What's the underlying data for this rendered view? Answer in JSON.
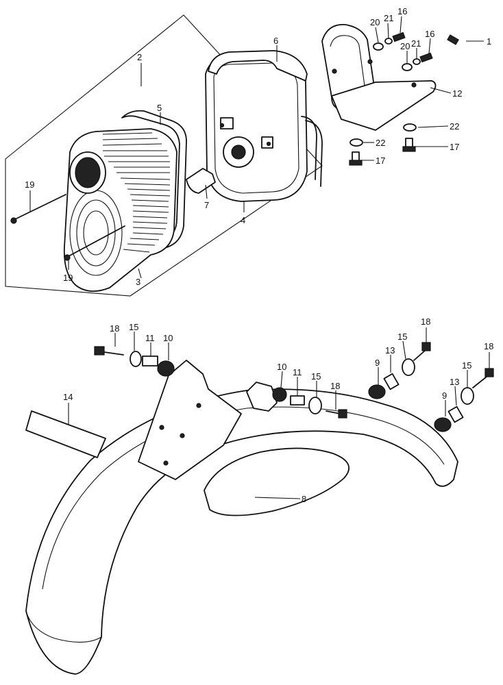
{
  "diagram": {
    "callouts": [
      {
        "id": "c1",
        "text": "1"
      },
      {
        "id": "c2",
        "text": "2"
      },
      {
        "id": "c3",
        "text": "3"
      },
      {
        "id": "c4",
        "text": "4"
      },
      {
        "id": "c5",
        "text": "5"
      },
      {
        "id": "c6",
        "text": "6"
      },
      {
        "id": "c7",
        "text": "7"
      },
      {
        "id": "c8",
        "text": "8"
      },
      {
        "id": "c9a",
        "text": "9"
      },
      {
        "id": "c9b",
        "text": "9"
      },
      {
        "id": "c10a",
        "text": "10"
      },
      {
        "id": "c10b",
        "text": "10"
      },
      {
        "id": "c11a",
        "text": "11"
      },
      {
        "id": "c11b",
        "text": "11"
      },
      {
        "id": "c12",
        "text": "12"
      },
      {
        "id": "c13a",
        "text": "13"
      },
      {
        "id": "c13b",
        "text": "13"
      },
      {
        "id": "c14",
        "text": "14"
      },
      {
        "id": "c15a",
        "text": "15"
      },
      {
        "id": "c15b",
        "text": "15"
      },
      {
        "id": "c15c",
        "text": "15"
      },
      {
        "id": "c15d",
        "text": "15"
      },
      {
        "id": "c16a",
        "text": "16"
      },
      {
        "id": "c16b",
        "text": "16"
      },
      {
        "id": "c17a",
        "text": "17"
      },
      {
        "id": "c17b",
        "text": "17"
      },
      {
        "id": "c18a",
        "text": "18"
      },
      {
        "id": "c18b",
        "text": "18"
      },
      {
        "id": "c18c",
        "text": "18"
      },
      {
        "id": "c18d",
        "text": "18"
      },
      {
        "id": "c19a",
        "text": "19"
      },
      {
        "id": "c19b",
        "text": "19"
      },
      {
        "id": "c20a",
        "text": "20"
      },
      {
        "id": "c20b",
        "text": "20"
      },
      {
        "id": "c21a",
        "text": "21"
      },
      {
        "id": "c21b",
        "text": "21"
      },
      {
        "id": "c22a",
        "text": "22"
      },
      {
        "id": "c22b",
        "text": "22"
      }
    ]
  }
}
